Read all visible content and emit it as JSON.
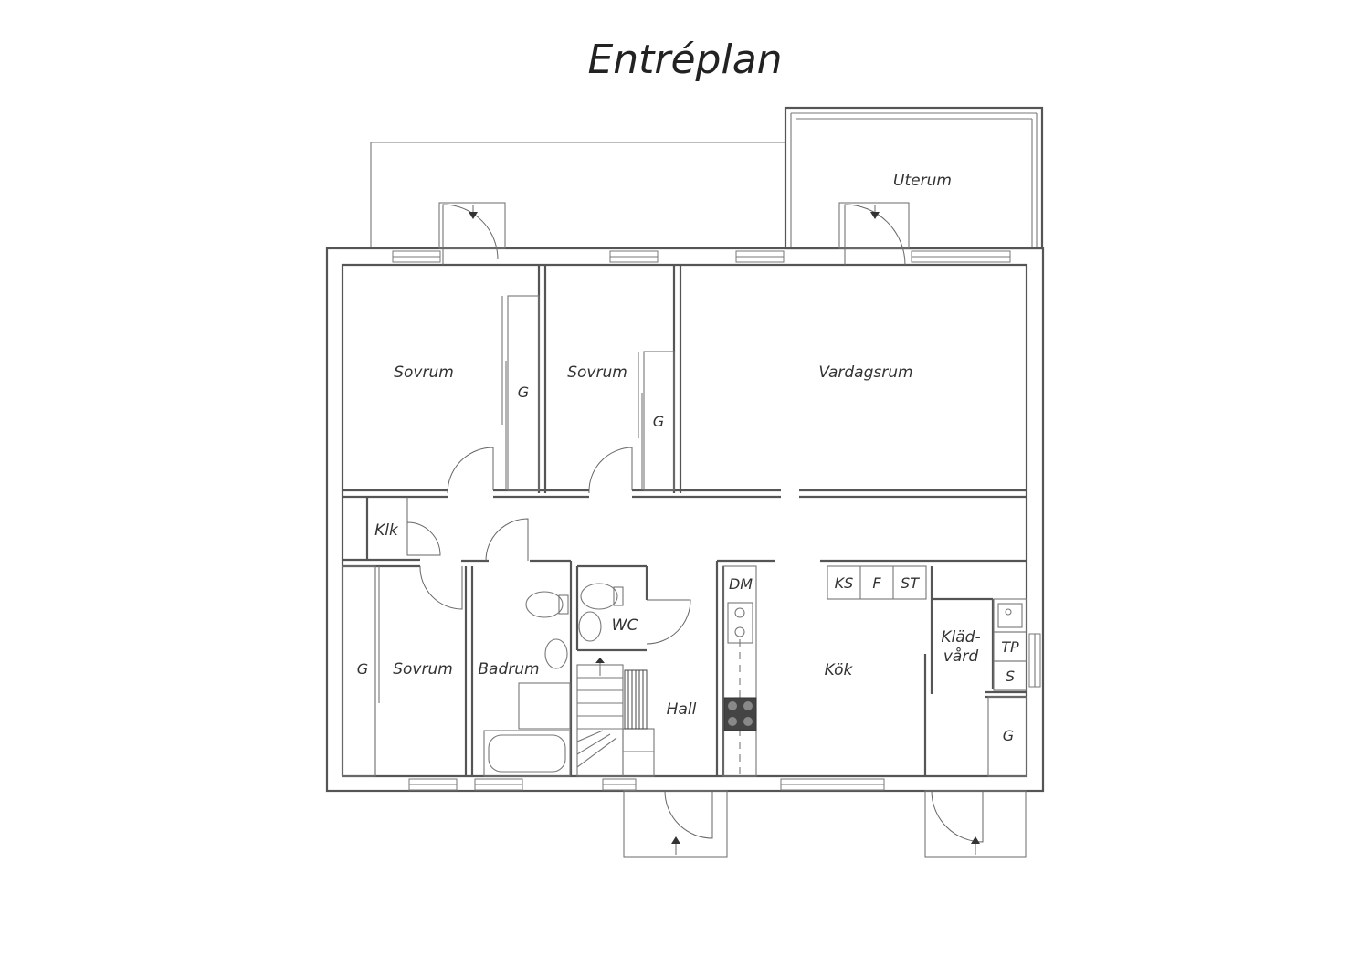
{
  "title": "Entréplan",
  "rooms": {
    "uterum": "Uterum",
    "sovrum_1": "Sovrum",
    "sovrum_2": "Sovrum",
    "vardagsrum": "Vardagsrum",
    "klk": "Klk",
    "sovrum_3": "Sovrum",
    "badrum": "Badrum",
    "wc": "WC",
    "hall": "Hall",
    "kok": "Kök",
    "kladvard_line1": "Kläd-",
    "kladvard_line2": "vård"
  },
  "fixtures": {
    "g_sovrum_1": "G",
    "g_sovrum_2": "G",
    "g_sovrum_3": "G",
    "g_kladvard": "G",
    "dm": "DM",
    "ks": "KS",
    "f": "F",
    "st": "ST",
    "tp": "TP",
    "s": "S"
  }
}
